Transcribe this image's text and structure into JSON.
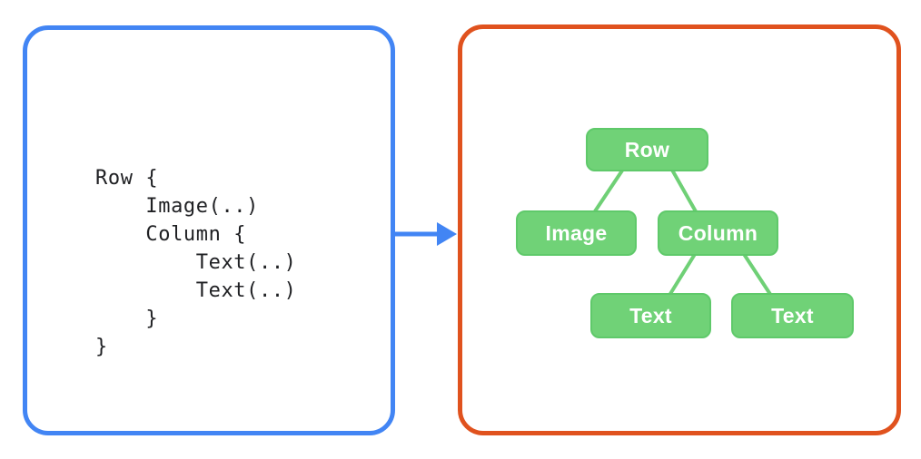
{
  "colors": {
    "panel-blue": "#4285F4",
    "panel-orange": "#E0521E",
    "node-green": "#70D277",
    "node-green-border": "#5FC96A",
    "edge-green": "#6FD076",
    "code-text": "#202124",
    "node-text": "#FFFFFF",
    "arrow-blue": "#4285F4",
    "bg": "#FFFFFF"
  },
  "code_panel": {
    "lines": [
      "Row {",
      "    Image(..)",
      "    Column {",
      "        Text(..)",
      "        Text(..)",
      "    }",
      "}"
    ]
  },
  "arrow": {
    "direction": "right"
  },
  "tree_panel": {
    "nodes": [
      {
        "id": "row",
        "label": "Row"
      },
      {
        "id": "image",
        "label": "Image"
      },
      {
        "id": "column",
        "label": "Column"
      },
      {
        "id": "text-1",
        "label": "Text"
      },
      {
        "id": "text-2",
        "label": "Text"
      }
    ],
    "edges": [
      {
        "from": "row",
        "to": "image"
      },
      {
        "from": "row",
        "to": "column"
      },
      {
        "from": "column",
        "to": "text-1"
      },
      {
        "from": "column",
        "to": "text-2"
      }
    ]
  }
}
